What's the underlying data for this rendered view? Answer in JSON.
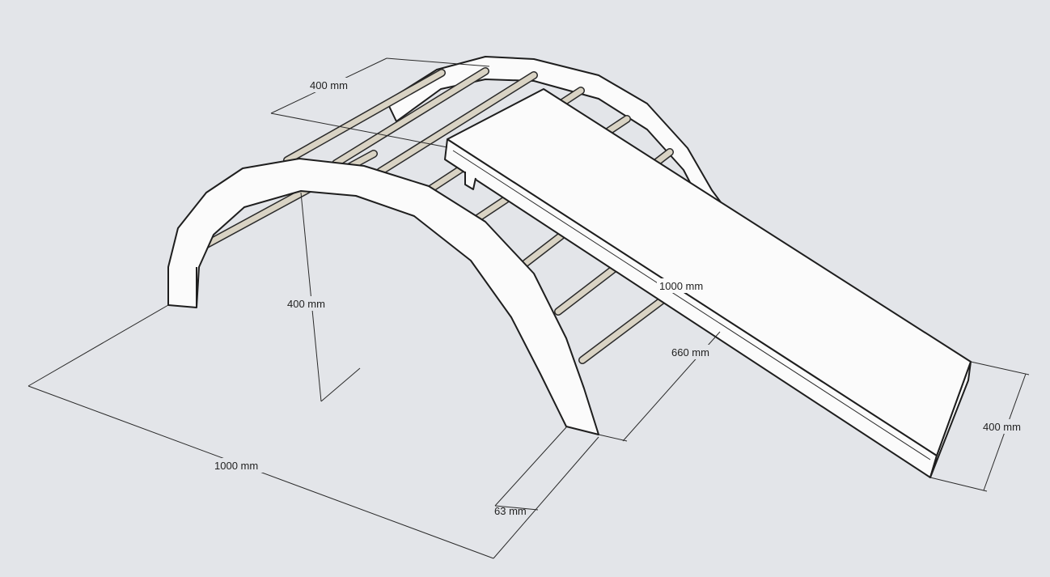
{
  "title": "Climbing arch with slide – dimensions",
  "dimensions": {
    "rung_spacing_top": "400 mm",
    "arch_height": "400 mm",
    "slide_length": "1000 mm",
    "arch_depth": "660 mm",
    "slide_width": "400 mm",
    "arch_length": "1000 mm",
    "arch_thickness": "63 mm"
  },
  "colors": {
    "background": "#e3e5e9",
    "rung": "#d9d3c4",
    "line": "#1e1e1e"
  }
}
